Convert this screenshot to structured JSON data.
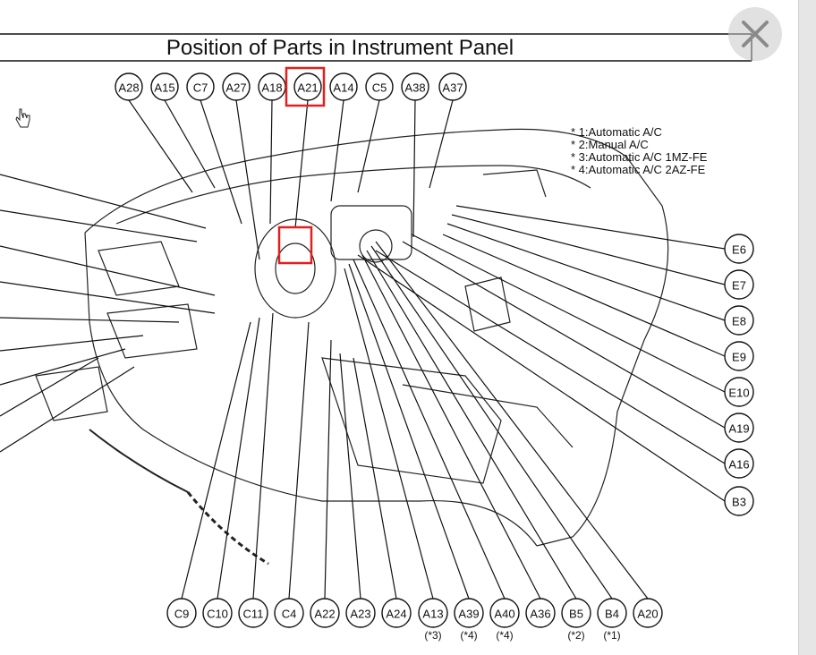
{
  "title": "Position of Parts in Instrument Panel",
  "highlighted_label": "A21",
  "notes": [
    "* 1:Automatic A/C",
    "* 2:Manual A/C",
    "* 3:Automatic A/C 1MZ-FE",
    "* 4:Automatic A/C 2AZ-FE"
  ],
  "top_labels": [
    "A28",
    "A15",
    "C7",
    "A27",
    "A18",
    "A21",
    "A14",
    "C5",
    "A38",
    "A37"
  ],
  "right_labels": [
    "E6",
    "E7",
    "E8",
    "E9",
    "E10",
    "A19",
    "A16",
    "B3"
  ],
  "bottom_labels": [
    {
      "id": "C9",
      "sub": ""
    },
    {
      "id": "C10",
      "sub": ""
    },
    {
      "id": "C11",
      "sub": ""
    },
    {
      "id": "C4",
      "sub": ""
    },
    {
      "id": "A22",
      "sub": ""
    },
    {
      "id": "A23",
      "sub": ""
    },
    {
      "id": "A24",
      "sub": ""
    },
    {
      "id": "A13",
      "sub": "(*3)"
    },
    {
      "id": "A39",
      "sub": "(*4)"
    },
    {
      "id": "A40",
      "sub": "(*4)"
    },
    {
      "id": "A36",
      "sub": ""
    },
    {
      "id": "B5",
      "sub": "(*2)"
    },
    {
      "id": "B4",
      "sub": "(*1)"
    },
    {
      "id": "A20",
      "sub": ""
    }
  ],
  "icons": {
    "close": "close-icon",
    "cursor": "hand-cursor-icon"
  }
}
